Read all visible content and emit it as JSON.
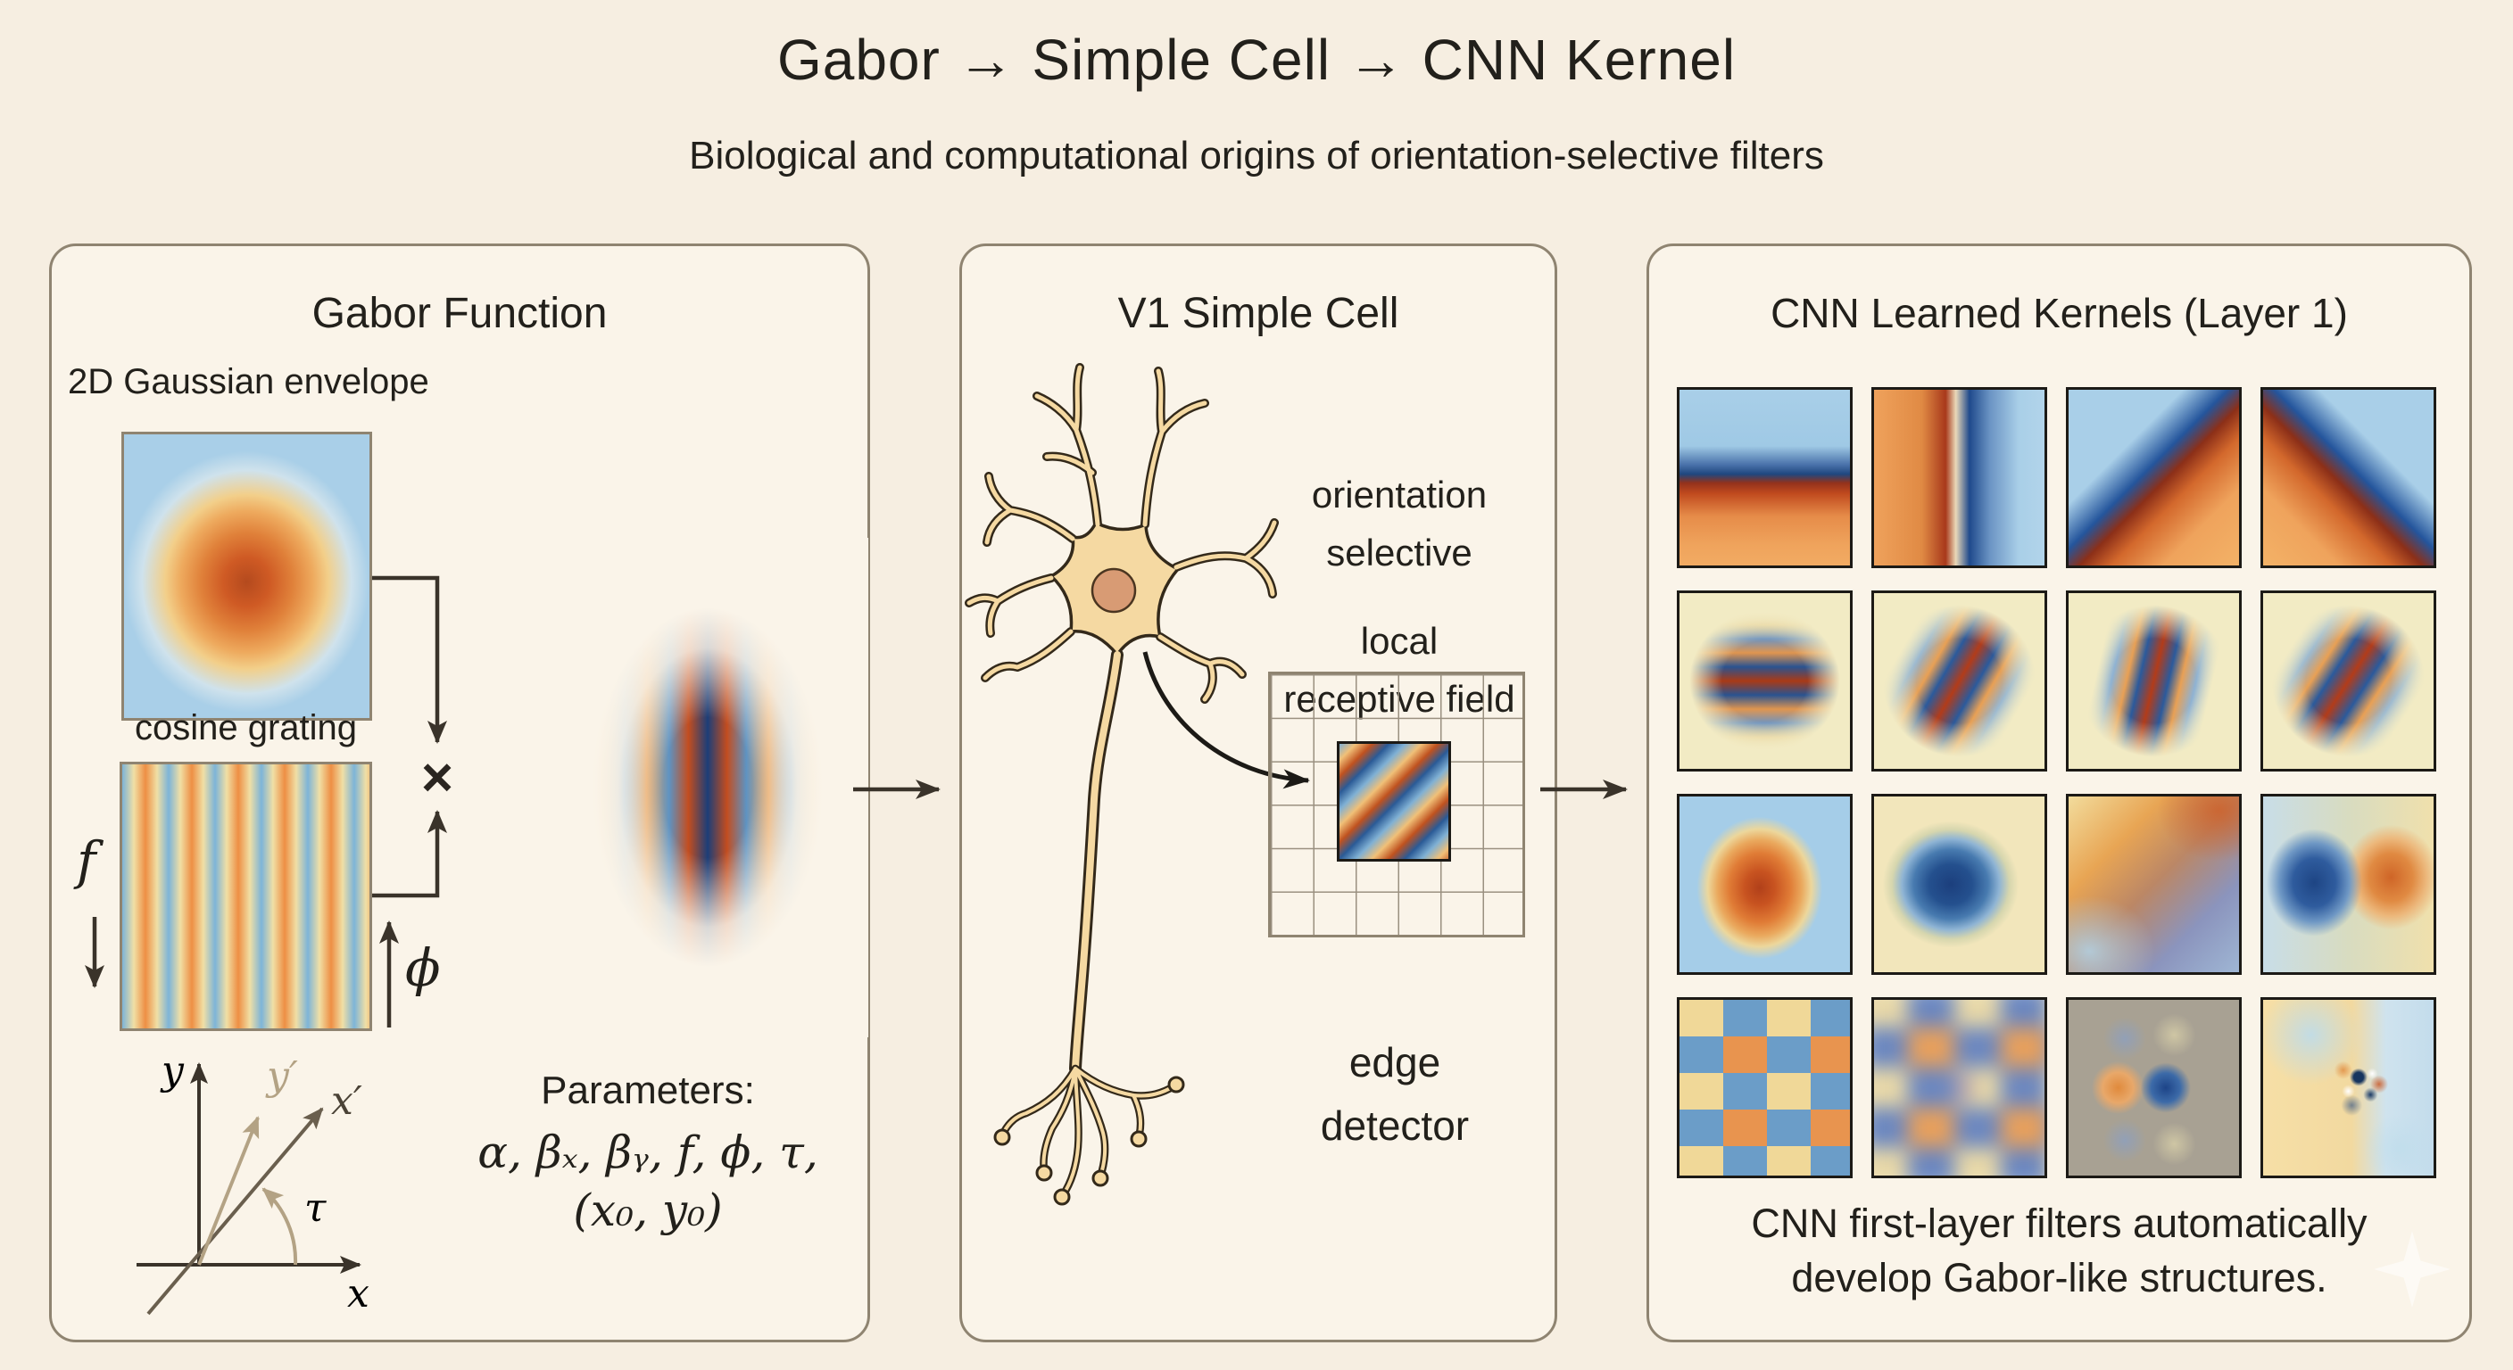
{
  "page": {
    "title": "Gabor → Simple Cell → CNN Kernel",
    "subtitle": "Biological and computational origins of orientation-selective filters"
  },
  "gabor_panel": {
    "title": "Gabor Function",
    "gaussian_label": "2D Gaussian envelope",
    "grating_label": "cosine grating",
    "multiply": "×",
    "freq": "f",
    "phase": "ϕ",
    "axes": {
      "y": "y",
      "y_prime": "y′",
      "x_prime": "x′",
      "x": "x",
      "tau": "τ"
    },
    "parameters": {
      "heading": "Parameters:",
      "line1": "α, βₓ, βᵧ, f, ϕ, τ,",
      "line2": "(x₀, y₀)"
    }
  },
  "v1_panel": {
    "title": "V1 Simple Cell",
    "orientation_line1": "orientation",
    "orientation_line2": "selective",
    "receptive_line1": "local",
    "receptive_line2": "receptive field",
    "edge_line1": "edge",
    "edge_line2": "detector"
  },
  "cnn_panel": {
    "title": "CNN Learned Kernels (Layer 1)",
    "caption_line1": "CNN first-layer filters automatically",
    "caption_line2": "develop Gabor-like structures.",
    "kernels": [
      "horizontal edge (blue over orange)",
      "vertical edge (orange left, blue right)",
      "diagonal edge rising",
      "diagonal edge falling",
      "horizontal gabor wavelet",
      "diagonal gabor wavelet 60deg",
      "diagonal gabor wavelet 75deg",
      "diagonal gabor wavelet 55deg",
      "center-surround on (red center)",
      "center-surround off (blue center)",
      "low-frequency color gradient",
      "two-lobe blue-orange blob",
      "sharp checkerboard",
      "blurred checkerboard",
      "gray quadrature blobs",
      "high-frequency noisy swirl"
    ]
  },
  "colors": {
    "background": "#f6eee1",
    "panel_bg": "#faf4e9",
    "panel_border": "#8f8471",
    "text": "#22201b",
    "arrow": "#3a332a",
    "neuron_fill": "#f5d9a2",
    "neuron_outline": "#33291a",
    "nucleus": "#d89b74",
    "warm_orange": "#e8944f",
    "cool_blue": "#7db4d8",
    "deep_red": "#b23c1a",
    "deep_blue": "#1f4a8c"
  }
}
